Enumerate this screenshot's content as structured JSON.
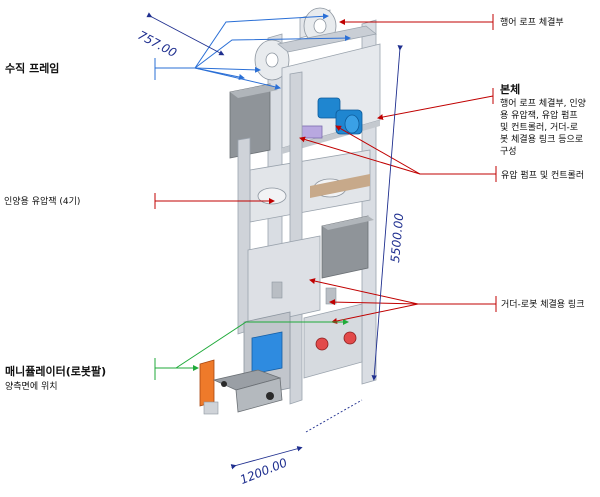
{
  "labels": {
    "vertical_frame": "수직 프레임",
    "hanger_rope": "행어 로프 체결부",
    "body_title": "본체",
    "body_desc": [
      "행어 로프 체결부, 인양",
      "용 유압잭, 유압 펌프",
      "및 컨트롤러, 거더-로",
      "봇 체결용 링크 등으로",
      "구성"
    ],
    "pump_controller": "유압 펌프 및 컨트롤러",
    "lifting_jack": "인양용 유압잭 (4기)",
    "girder_link": "거더-로봇 체결용 링크",
    "manipulator_title": "매니퓰레이터(로봇팔)",
    "manipulator_desc": "양측면에 위치"
  },
  "dimensions": {
    "top": "757.00",
    "height": "5500.00",
    "bottom": "1200.00"
  },
  "colors": {
    "callout_red": "#c00000",
    "leader_blue": "#2a6fd6",
    "leader_green": "#1faa3a",
    "dimension_navy": "#1f2f8f"
  }
}
